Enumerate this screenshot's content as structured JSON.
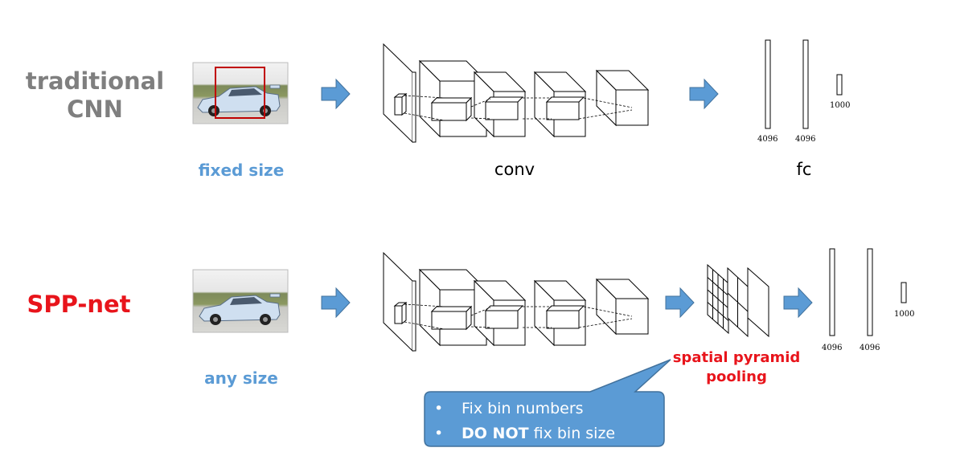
{
  "rows": {
    "traditional": {
      "label_line1": "traditional",
      "label_line2": "CNN",
      "size_label": "fixed size",
      "fc_dims": [
        "4096",
        "4096",
        "1000"
      ]
    },
    "spp": {
      "label": "SPP-net",
      "size_label": "any size",
      "fc_dims": [
        "4096",
        "4096",
        "1000"
      ]
    }
  },
  "stage_labels": {
    "conv": "conv",
    "fc": "fc"
  },
  "spp_label": {
    "line1": "spatial pyramid",
    "line2": "pooling"
  },
  "callout": {
    "bullet": "•",
    "item1": "Fix bin numbers",
    "item2_bold": "DO NOT",
    "item2_rest": " fix bin size"
  },
  "colors": {
    "arrow": "#5b9bd5",
    "callout_fill": "#5b9bd5",
    "gray_label": "#7f7f7f",
    "red_label": "#e8141b"
  },
  "icons": [
    "car-photo-cropped",
    "car-photo-full",
    "right-arrow-icon"
  ]
}
